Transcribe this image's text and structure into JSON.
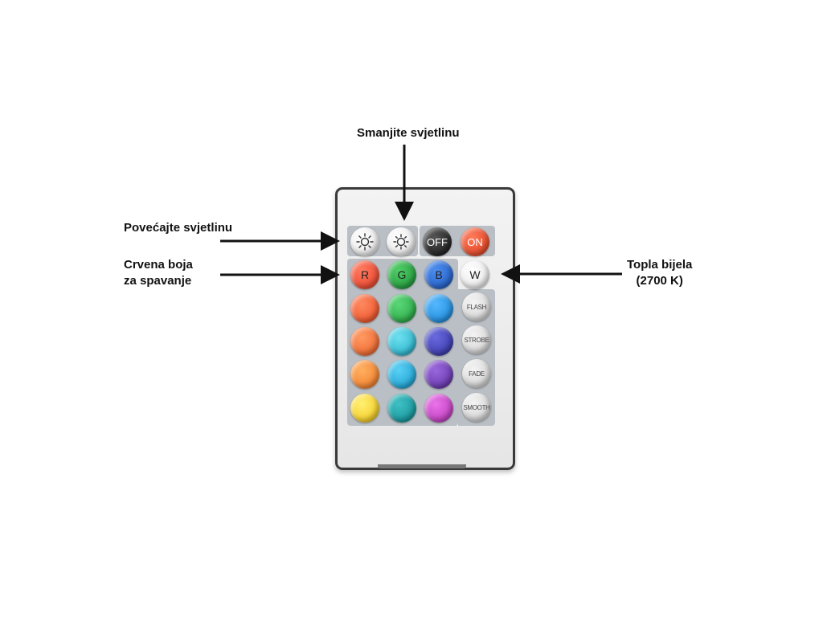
{
  "labels": {
    "decrease_brightness": "Smanjite svjetlinu",
    "increase_brightness": "Povećajte svjetlinu",
    "red_sleep_line1": "Crvena boja",
    "red_sleep_line2": "za spavanje",
    "warm_white_line1": "Topla bijela",
    "warm_white_line2": "(2700 K)"
  },
  "remote": {
    "brightness_up_icon": "sun-up-icon",
    "brightness_down_icon": "sun-down-icon",
    "off_label": "OFF",
    "on_label": "ON",
    "colors": {
      "off": "#1c1c1c",
      "on": "#ef4a2a",
      "red": "#e8412c",
      "green": "#1f9e3c",
      "blue": "#1f5fc8",
      "row2": [
        "#f0532d",
        "#2aa845",
        "#1c8ee0"
      ],
      "row3": [
        "#f3672e",
        "#2ab9d0",
        "#3f3fb0"
      ],
      "row4": [
        "#f5812e",
        "#1aa7d8",
        "#6a3ab0"
      ],
      "row5": [
        "#f5cc20",
        "#12989f",
        "#c040c0"
      ]
    },
    "color_labels": {
      "red": "R",
      "green": "G",
      "blue": "B",
      "white": "W"
    },
    "effects": [
      "FLASH",
      "STROBE",
      "FADE",
      "SMOOTH"
    ]
  }
}
